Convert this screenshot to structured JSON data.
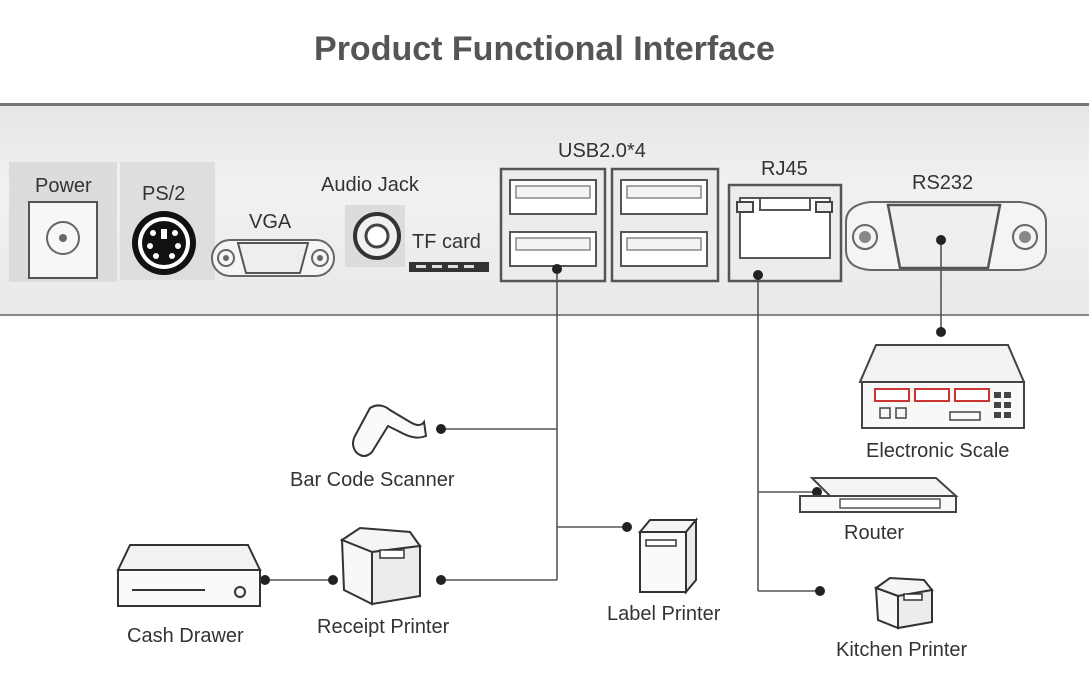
{
  "title": "Product Functional Interface",
  "ports": {
    "power": "Power",
    "ps2": "PS/2",
    "vga": "VGA",
    "audio": "Audio Jack",
    "tf": "TF card",
    "usb": "USB2.0*4",
    "rj45": "RJ45",
    "rs232": "RS232"
  },
  "devices": {
    "barcode_scanner": "Bar Code Scanner",
    "cash_drawer": "Cash Drawer",
    "receipt_printer": "Receipt Printer",
    "label_printer": "Label Printer",
    "electronic_scale": "Electronic Scale",
    "router": "Router",
    "kitchen_printer": "Kitchen Printer"
  }
}
